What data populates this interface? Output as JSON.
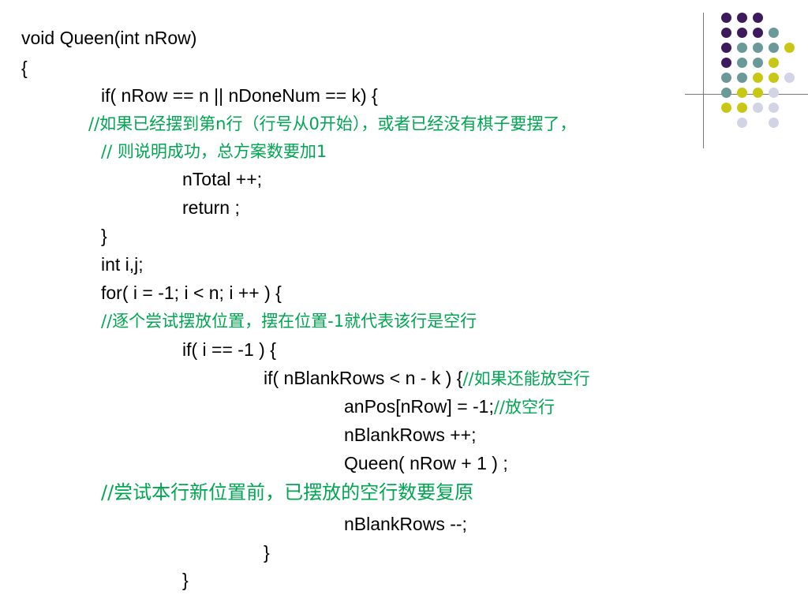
{
  "colors": {
    "code": "#000000",
    "comment": "#00a651",
    "background": "#ffffff",
    "dot_purple": "#3d1a5c",
    "dot_teal": "#6b9999",
    "dot_yellow": "#c8c814",
    "dot_lavender": "#d3d3e6",
    "deco_line": "#777777"
  },
  "code": {
    "l1": "void Queen(int nRow)",
    "l2": "{",
    "l3": "if( nRow == n || nDoneNum == k) {",
    "l4": "//如果已经摆到第n行（行号从0开始），或者已经没有棋子要摆了，",
    "l5": "// 则说明成功，总方案数要加1",
    "l6": "nTotal ++;",
    "l7": "return ;",
    "l8": "}",
    "l9": "int i,j;",
    "l10": "for(  i = -1; i < n; i ++ ) {",
    "l11": "//逐个尝试摆放位置，摆在位置-1就代表该行是空行",
    "l12": "if( i == -1 ) {",
    "l13_code": "if( nBlankRows < n - k ) {",
    "l13_comment": "//如果还能放空行",
    "l14_code": "anPos[nRow] = -1;",
    "l14_comment": "//放空行",
    "l15": "nBlankRows ++;",
    "l16": "Queen( nRow + 1 ) ;",
    "l17": "//尝试本行新位置前，已摆放的空行数要复原",
    "l18": "nBlankRows --;",
    "l19": "}",
    "l20": "}"
  }
}
